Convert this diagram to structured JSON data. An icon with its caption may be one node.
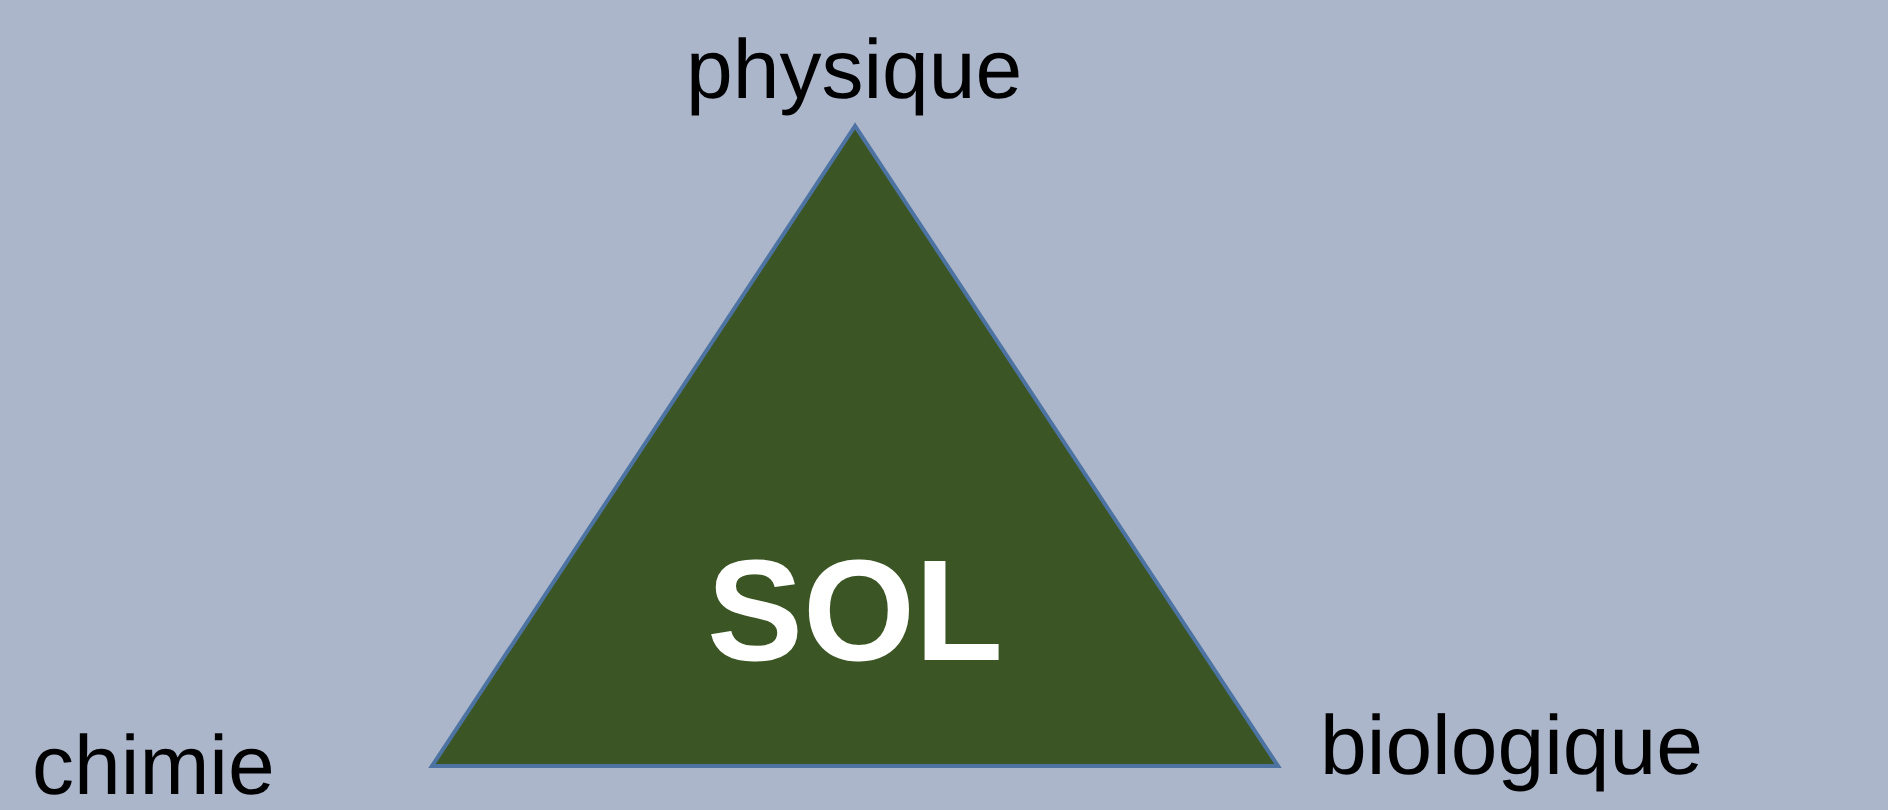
{
  "diagram": {
    "nodes": [
      {
        "text": [
          "SOL"
        ]
      }
    ],
    "labels": [
      "physique",
      "chimie",
      "biologique"
    ]
  }
}
